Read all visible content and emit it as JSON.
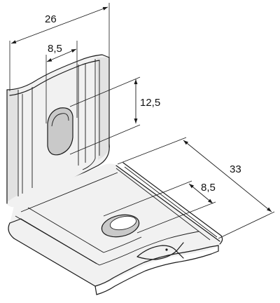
{
  "dimensions": {
    "width_top": "26",
    "slot_width": "8,5",
    "slot_height": "12,5",
    "length_base": "33",
    "hole_diameter": "8,5"
  },
  "icons": {
    "logo": "fish-logo-icon"
  }
}
